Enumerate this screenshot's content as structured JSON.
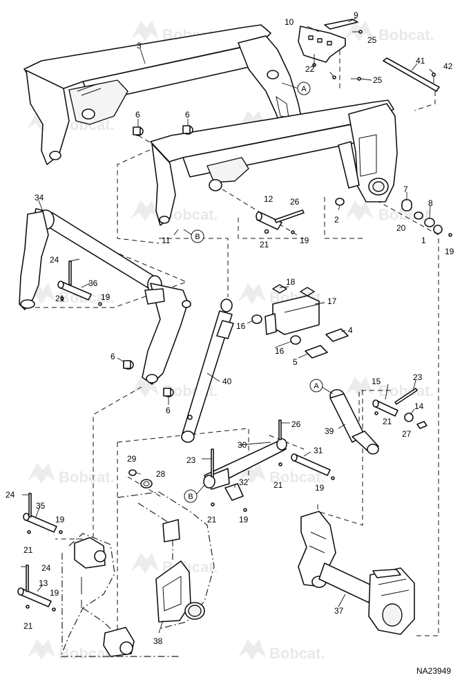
{
  "watermark": {
    "text": "Bobcat."
  },
  "drawing_number": "NA23949",
  "reference_markers": {
    "a": "A",
    "b": "B"
  },
  "callouts": {
    "c1": "1",
    "c2": "2",
    "c3": "3",
    "c4": "4",
    "c5": "5",
    "c6a": "6",
    "c6b": "6",
    "c6c": "6",
    "c6d": "6",
    "c7": "7",
    "c8": "8",
    "c9": "9",
    "c10": "10",
    "c11": "11",
    "c12": "12",
    "c13": "13",
    "c14": "14",
    "c15": "15",
    "c16a": "16",
    "c16b": "16",
    "c17": "17",
    "c18": "18",
    "c19a": "19",
    "c19b": "19",
    "c19c": "19",
    "c19d": "19",
    "c19e": "19",
    "c19f": "19",
    "c19g": "19",
    "c20": "20",
    "c21a": "21",
    "c21b": "21",
    "c21c": "21",
    "c21d": "21",
    "c21e": "21",
    "c21f": "21",
    "c21g": "21",
    "c22": "22",
    "c23a": "23",
    "c23b": "23",
    "c24a": "24",
    "c24b": "24",
    "c24c": "24",
    "c25a": "25",
    "c25b": "25",
    "c26a": "26",
    "c26b": "26",
    "c27": "27",
    "c28": "28",
    "c29": "29",
    "c30": "30",
    "c31": "31",
    "c32": "32",
    "c34": "34",
    "c35": "35",
    "c36": "36",
    "c37": "37",
    "c38": "38",
    "c39": "39",
    "c40": "40",
    "c41": "41",
    "c42": "42"
  }
}
